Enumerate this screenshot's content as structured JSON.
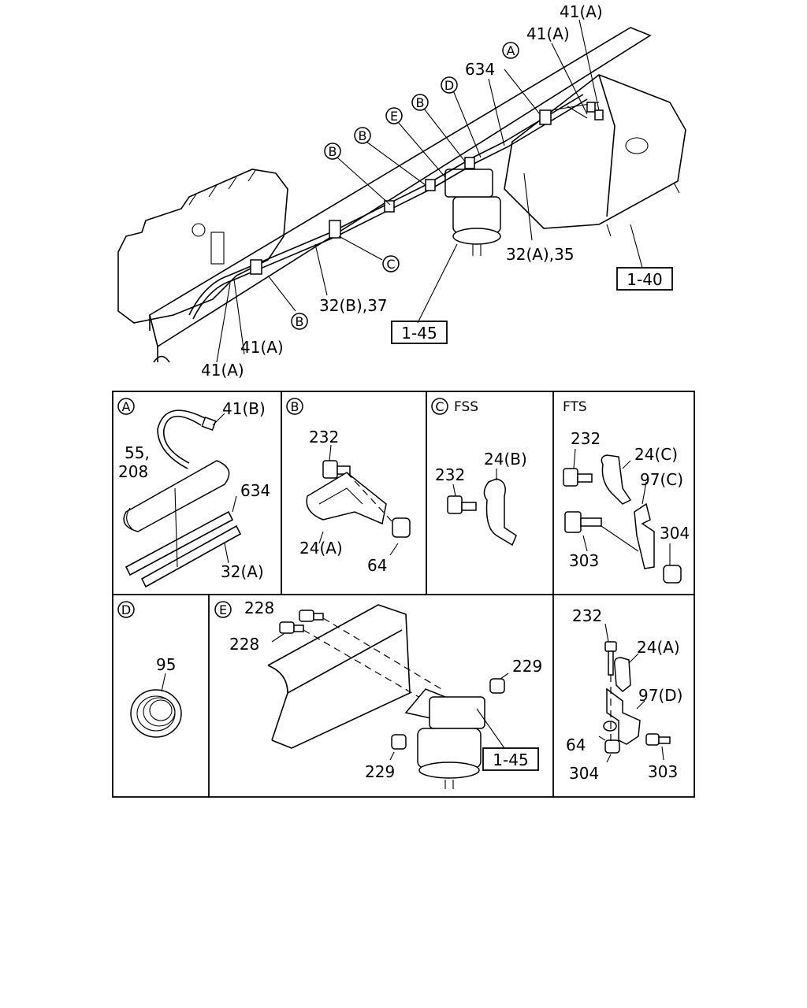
{
  "overview": {
    "labels": {
      "clip_41a_top1": "41(A)",
      "clip_41a_top2": "41(A)",
      "hose_634": "634",
      "pipe_32a_35": "32(A),35",
      "pipe_32b_37": "32(B),37",
      "clip_41a_bot1": "41(A)",
      "clip_41a_bot2": "41(A)"
    },
    "callouts": {
      "a": "A",
      "d": "D",
      "b1": "B",
      "e": "E",
      "b2": "B",
      "b3": "B",
      "c": "C",
      "b4": "B"
    },
    "refs": {
      "tank": "1-40",
      "filter": "1-45"
    }
  },
  "panels": {
    "a": {
      "callout": "A",
      "labels": {
        "band": "41(B)",
        "tube": "55,",
        "tube2": "208",
        "hose": "634",
        "pipe": "32(A)"
      }
    },
    "b": {
      "callout": "B",
      "labels": {
        "bolt": "232",
        "clip": "24(A)",
        "nut": "64"
      }
    },
    "c_fss": {
      "callout": "C",
      "variant": "FSS",
      "labels": {
        "clip": "24(B)",
        "bolt": "232"
      }
    },
    "c_fts": {
      "variant": "FTS",
      "labels": {
        "bolt": "232",
        "clip": "24(C)",
        "bracket": "97(C)",
        "nut": "304",
        "bolt2": "303"
      }
    },
    "d": {
      "callout": "D",
      "labels": {
        "grommet": "95"
      }
    },
    "e": {
      "callout": "E",
      "labels": {
        "bolt1": "228",
        "bolt2": "228",
        "nut1": "229",
        "nut2": "229"
      },
      "ref": "1-45"
    },
    "f": {
      "labels": {
        "bolt": "232",
        "clip": "24(A)",
        "bracket": "97(D)",
        "nut": "64",
        "nut2": "304",
        "bolt2": "303"
      }
    }
  }
}
